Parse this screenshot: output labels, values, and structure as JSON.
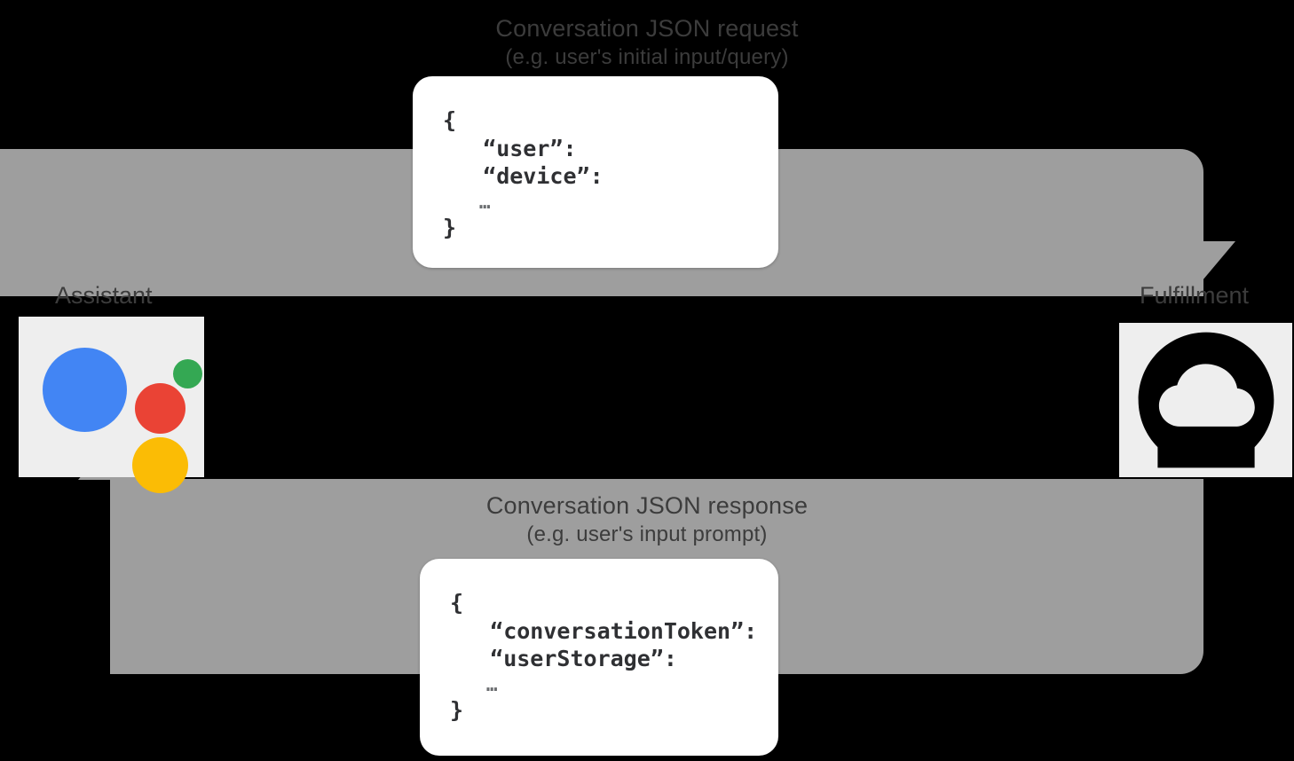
{
  "diagram": {
    "title": "Conversation JSON request/response flow",
    "background_color": "#000000",
    "arrow_color": "#9e9e9e",
    "node_background_color": "#eeeeee",
    "caption_text_color": "#3c3c3c"
  },
  "request_flow": {
    "caption_title": "Conversation JSON request",
    "caption_subtitle": "(e.g. user's initial input/query)",
    "arrow_direction": "assistant-to-fulfillment",
    "json_lines": [
      "{",
      "   “user”:",
      "   “device”:",
      "   …",
      "}"
    ]
  },
  "response_flow": {
    "caption_title": "Conversation JSON response",
    "caption_subtitle": "(e.g. user's input prompt)",
    "arrow_direction": "fulfillment-to-assistant",
    "json_lines": [
      "{",
      "   “conversationToken”:",
      "   “userStorage”:",
      "   …",
      "}"
    ]
  },
  "nodes": {
    "assistant": {
      "label": "Assistant",
      "icon": "google-assistant-logo-icon",
      "dot_colors": {
        "blue": "#4285f4",
        "red": "#ea4335",
        "yellow": "#fbbc05",
        "green": "#34a853"
      }
    },
    "fulfillment": {
      "label": "Fulfillment",
      "icon": "cloud-icon",
      "icon_color": "#000000"
    }
  }
}
